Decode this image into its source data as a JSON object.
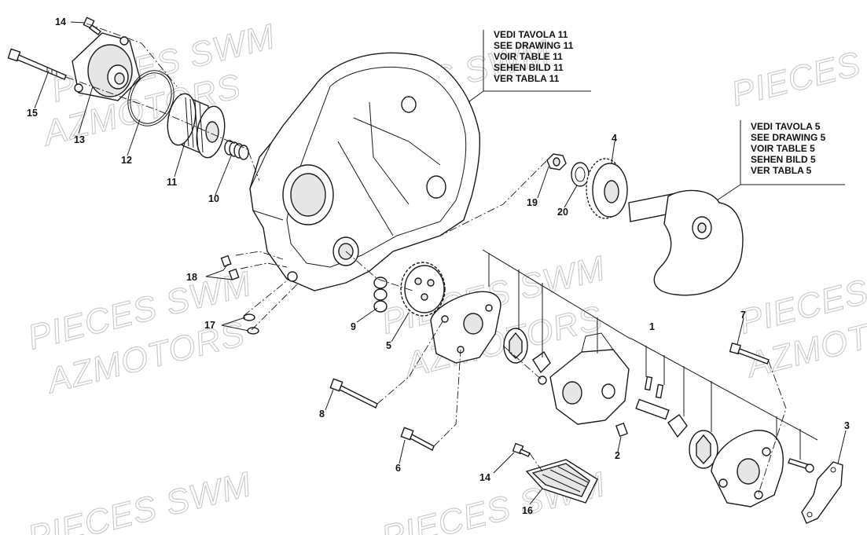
{
  "watermarks": [
    "PIECES SWM",
    "AZMOTORS"
  ],
  "callouts": [
    "VEDI TAVOLA 11",
    "SEE DRAWING 11",
    "VOIR TABLE 11",
    "SEHEN BILD 11",
    "VER TABLA 11",
    "VEDI TAVOLA 5",
    "SEE DRAWING 5",
    "VOIR TABLE 5",
    "SEHEN BILD 5",
    "VER TABLA 5"
  ],
  "part_numbers": [
    "1",
    "2",
    "3",
    "4",
    "5",
    "5",
    "6",
    "7",
    "8",
    "9",
    "10",
    "11",
    "12",
    "13",
    "14",
    "14",
    "15",
    "16",
    "17",
    "18",
    "19",
    "20"
  ]
}
